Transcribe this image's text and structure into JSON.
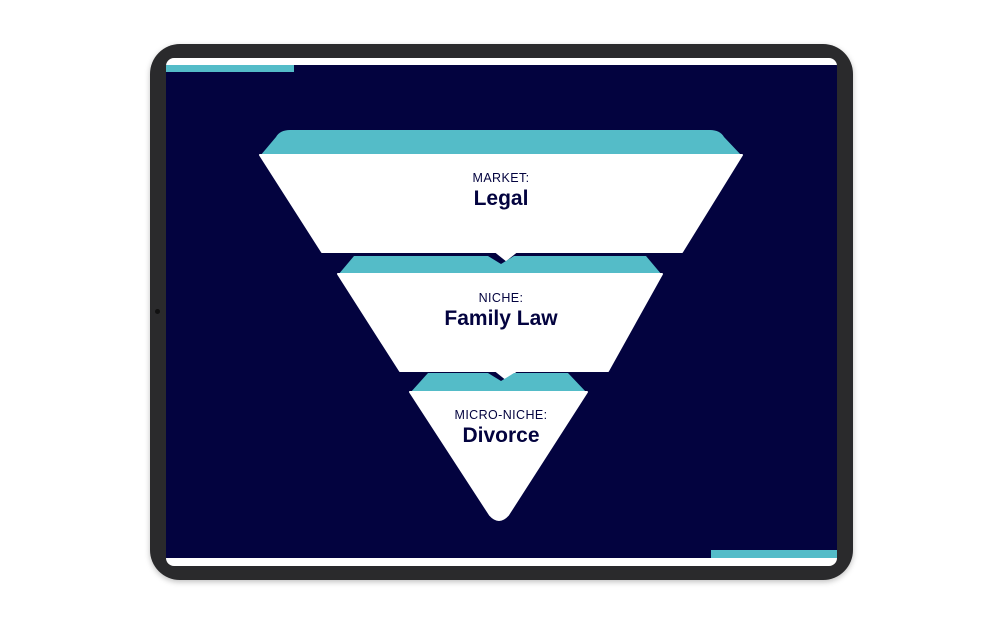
{
  "colors": {
    "slide_background": "#03033f",
    "accent": "#54bcc8",
    "tier_fill": "#ffffff",
    "text": "#03033f",
    "device_frame": "#2a2a2c"
  },
  "funnel": {
    "tiers": [
      {
        "kicker": "MARKET:",
        "value": "Legal"
      },
      {
        "kicker": "NICHE:",
        "value": "Family Law"
      },
      {
        "kicker": "MICRO-NICHE:",
        "value": "Divorce"
      }
    ]
  }
}
